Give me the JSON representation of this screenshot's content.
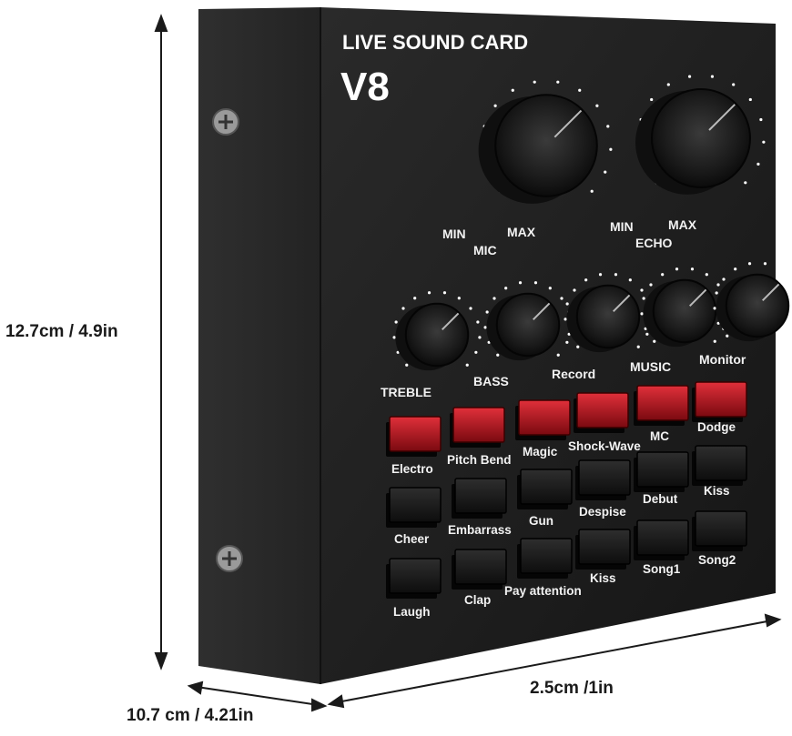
{
  "dimensions": {
    "height": "12.7cm / 4.9in",
    "depth": "2.5cm /1in",
    "width": "10.7 cm / 4.21in"
  },
  "device": {
    "brand": "LIVE SOUND CARD",
    "model": "V8",
    "knob_labels": {
      "mic_min": "MIN",
      "mic": "MIC",
      "mic_max": "MAX",
      "echo_min": "MIN",
      "echo": "ECHO",
      "echo_max": "MAX"
    },
    "small_knobs": [
      "TREBLE",
      "BASS",
      "Record",
      "MUSIC",
      "Monitor"
    ],
    "red_buttons": [
      "Electro",
      "Pitch Bend",
      "Magic",
      "Shock-Wave",
      "MC",
      "Dodge"
    ],
    "row2_buttons": [
      "Cheer",
      "Embarrass",
      "Gun",
      "Despise",
      "Debut",
      "Kiss"
    ],
    "row3_buttons": [
      "Laugh",
      "Clap",
      "Pay attention",
      "Kiss",
      "Song1",
      "Song2"
    ]
  },
  "colors": {
    "body": "#1e1e1e",
    "side": "#2a2a2a",
    "red_button": "#b3121c",
    "black_button": "#151515"
  }
}
